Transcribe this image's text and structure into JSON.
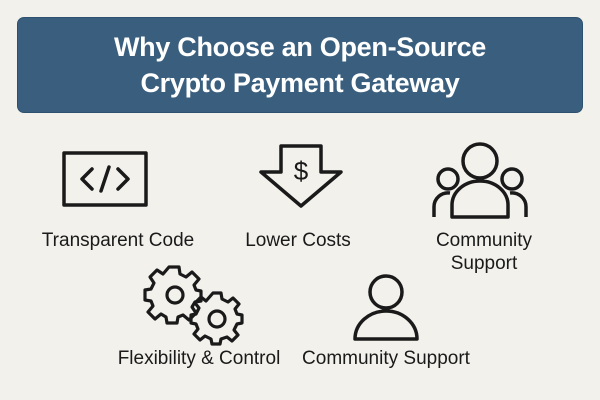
{
  "header": {
    "title_line1": "Why Choose an Open-Source",
    "title_line2": "Crypto Payment Gateway"
  },
  "colors": {
    "banner": "#3a5f7e",
    "background": "#f3f1ec",
    "ink": "#1a1a1a"
  },
  "features": [
    {
      "icon": "code-icon",
      "label": "Transparent Code"
    },
    {
      "icon": "dollar-down-arrow-icon",
      "label": "Lower Costs"
    },
    {
      "icon": "group-icon",
      "label_line1": "Community",
      "label_line2": "Support"
    },
    {
      "icon": "gears-icon",
      "label": "Flexibility & Control"
    },
    {
      "icon": "person-icon",
      "label": "Community Support"
    }
  ]
}
